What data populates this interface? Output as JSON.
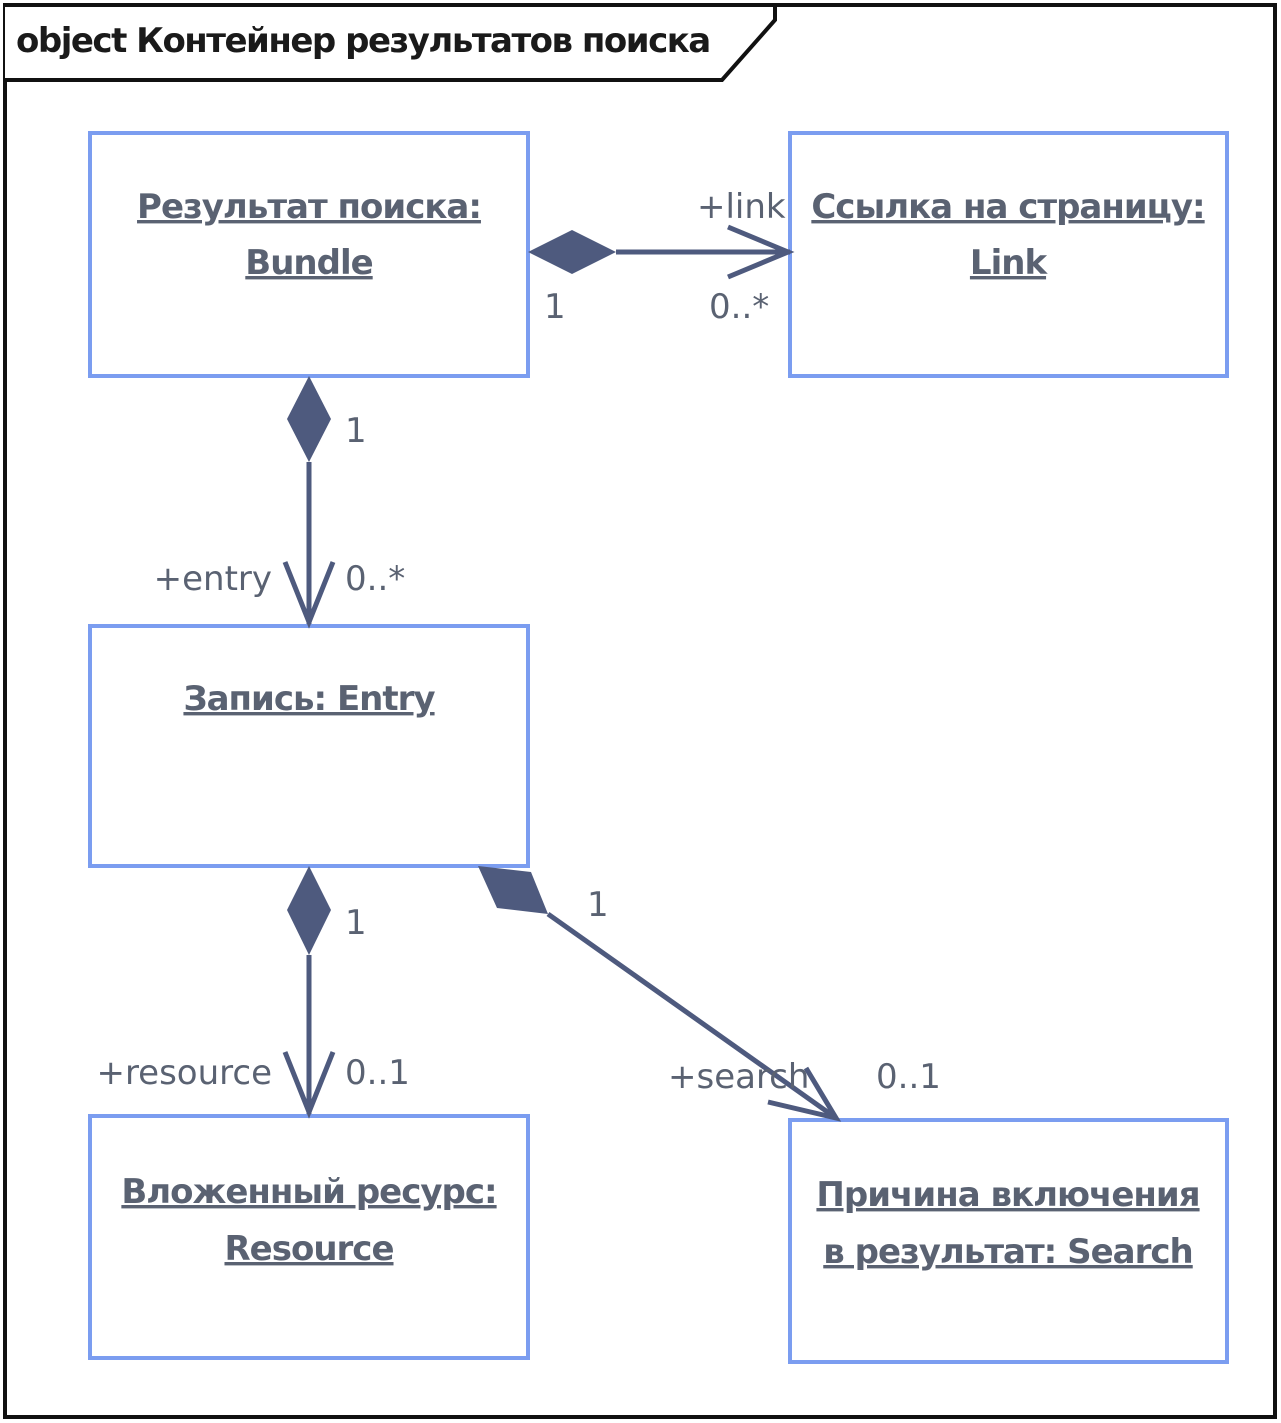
{
  "frame": {
    "title": "object Контейнер результатов поиска"
  },
  "objects": {
    "bundle": {
      "line1": "Результат поиска:",
      "line2": "Bundle"
    },
    "link": {
      "line1": "Ссылка на страницу:",
      "line2": "Link"
    },
    "entry": {
      "line1": "Запись: Entry"
    },
    "resource": {
      "line1": "Вложенный ресурс:",
      "line2": "Resource"
    },
    "search": {
      "line1": "Причина включения",
      "line2": "в результат: Search"
    }
  },
  "associations": {
    "bundle_link": {
      "role": "+link",
      "source_mult": "1",
      "target_mult": "0..*"
    },
    "bundle_entry": {
      "role": "+entry",
      "source_mult": "1",
      "target_mult": "0..*"
    },
    "entry_resource": {
      "role": "+resource",
      "source_mult": "1",
      "target_mult": "0..1"
    },
    "entry_search": {
      "role": "+search",
      "source_mult": "1",
      "target_mult": "0..1"
    }
  },
  "colors": {
    "box_border": "#7b9df0",
    "line": "#4e5a7e",
    "text": "#5a6272"
  }
}
